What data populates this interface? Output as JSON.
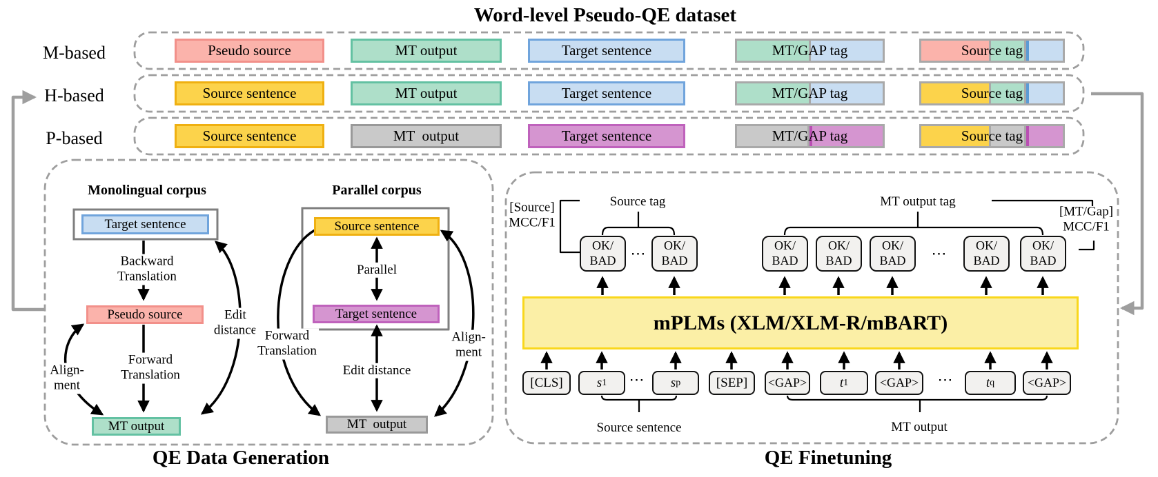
{
  "title": "Word-level Pseudo-QE dataset",
  "colors": {
    "pink": "#FBB3AB",
    "pink_border": "#F2908A",
    "green": "#AEDFC9",
    "green_border": "#63C1A2",
    "blue": "#C8DDF2",
    "blue_border": "#70A4DC",
    "yellow": "#FCD34B",
    "yellow_border": "#EFB011",
    "gray": "#C9C9C9",
    "gray_border": "#999999",
    "purple": "#D595D0",
    "purple_border": "#BF62BC",
    "composite_border": "#A9A9A9",
    "blue_sliver": "#5B9BD5",
    "purple_sliver": "#B94FB3",
    "model_fill": "#FBEFA6",
    "model_border": "#F9D71C",
    "token_fill": "#F2F1EF",
    "dashed_border": "#9E9E9E",
    "connector_gray": "#9E9E9E"
  },
  "dataset_rows": [
    {
      "label": "M-based",
      "cells": [
        "Pseudo source",
        "MT output",
        "Target sentence",
        "MT/GAP tag",
        "Source tag"
      ]
    },
    {
      "label": "H-based",
      "cells": [
        "Source sentence",
        "MT output",
        "Target sentence",
        "MT/GAP tag",
        "Source tag"
      ]
    },
    {
      "label": "P-based",
      "cells": [
        "Source sentence",
        "MT  output",
        "Target sentence",
        "MT/GAP tag",
        "Source tag"
      ]
    }
  ],
  "generation": {
    "caption": "QE Data Generation",
    "monolingual": {
      "header": "Monolingual corpus",
      "target": "Target sentence",
      "pseudo": "Pseudo source",
      "mt": "MT output",
      "backward": "Backward\nTranslation",
      "forward": "Forward\nTranslation",
      "alignment": "Align-\nment",
      "edit": "Edit\ndistance"
    },
    "parallel": {
      "header": "Parallel corpus",
      "source": "Source sentence",
      "target": "Target sentence",
      "mt": "MT  output",
      "parallel": "Parallel",
      "edit": "Edit distance",
      "forward": "Forward\nTranslation",
      "alignment": "Align-\nment"
    }
  },
  "finetuning": {
    "caption": "QE Finetuning",
    "model": "mPLMs (XLM/XLM-R/mBART)",
    "source_tag_label": "Source tag",
    "mt_tag_label": "MT output tag",
    "source_metric": "[Source]\nMCC/F1",
    "mt_metric": "[MT/Gap]\nMCC/F1",
    "okbad": "OK/\nBAD",
    "dots": "⋯",
    "source_group_label": "Source sentence",
    "mt_group_label": "MT output",
    "tokens": [
      {
        "t": "[CLS]"
      },
      {
        "b": "s",
        "sub": "1"
      },
      {
        "b": "s",
        "sub": "p"
      },
      {
        "t": "[SEP]"
      },
      {
        "t": "<GAP>"
      },
      {
        "b": "t",
        "sub": "1"
      },
      {
        "t": "<GAP>"
      },
      {
        "b": "t",
        "sub": "q"
      },
      {
        "t": "<GAP>"
      }
    ]
  }
}
